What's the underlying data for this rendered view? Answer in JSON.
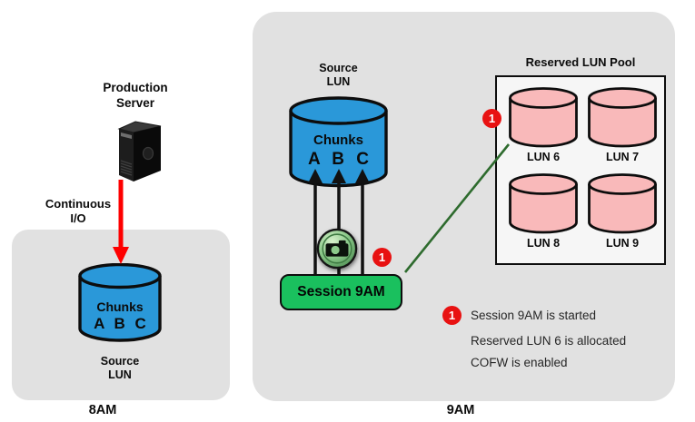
{
  "colors": {
    "panel_gray": "#e1e1e1",
    "pool_bg": "#f6f6f6",
    "cylinder_blue": "#2a98d9",
    "lun_pink": "#f9b9ba",
    "session_green": "#1ac05e",
    "badge_red": "#e81212",
    "arrow_red": "#fe0000",
    "connector_green": "#2e6b2e"
  },
  "left_panel": {
    "time_label": "8AM",
    "production_server": {
      "line1": "Production",
      "line2": "Server"
    },
    "continuous_io": {
      "line1": "Continuous",
      "line2": "I/O"
    },
    "source_lun": {
      "title": "Chunks",
      "chunks": "A B C",
      "label_line1": "Source",
      "label_line2": "LUN"
    }
  },
  "right_panel": {
    "time_label": "9AM",
    "source_lun": {
      "title": "Chunks",
      "chunks": "A B C",
      "label_line1": "Source",
      "label_line2": "LUN"
    },
    "session": {
      "label": "Session 9AM",
      "badge": "1"
    },
    "reserved_lun_pool": {
      "title": "Reserved LUN Pool",
      "badge": "1",
      "luns": [
        "LUN 6",
        "LUN 7",
        "LUN 8",
        "LUN 9"
      ]
    },
    "legend": {
      "badge": "1",
      "lines": [
        "Session 9AM is started",
        "Reserved LUN 6 is allocated",
        "COFW is enabled"
      ]
    }
  }
}
